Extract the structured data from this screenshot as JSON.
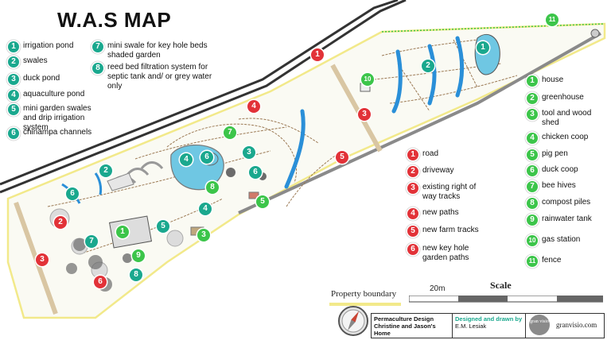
{
  "title": "W.A.S MAP",
  "legend_water": [
    {
      "num": "1",
      "label": "irrigation pond"
    },
    {
      "num": "2",
      "label": "swales"
    },
    {
      "num": "3",
      "label": "duck pond"
    },
    {
      "num": "4",
      "label": "aquaculture pond"
    },
    {
      "num": "5",
      "label": "mini garden swales and drip irrigation system"
    },
    {
      "num": "6",
      "label": "chinampa channels"
    },
    {
      "num": "7",
      "label": "mini swale for key hole beds shaded garden"
    },
    {
      "num": "8",
      "label": "reed bed filtration system for septic tank and/ or grey water only"
    }
  ],
  "legend_paths": [
    {
      "num": "1",
      "label": "road"
    },
    {
      "num": "2",
      "label": "driveway"
    },
    {
      "num": "3",
      "label": "existing right of way tracks"
    },
    {
      "num": "4",
      "label": "new paths"
    },
    {
      "num": "5",
      "label": "new farm tracks"
    },
    {
      "num": "6",
      "label": "new key hole garden paths"
    }
  ],
  "legend_structures": [
    {
      "num": "1",
      "label": "house"
    },
    {
      "num": "2",
      "label": "greenhouse"
    },
    {
      "num": "3",
      "label": "tool and wood shed"
    },
    {
      "num": "4",
      "label": "chicken coop"
    },
    {
      "num": "5",
      "label": "pig pen"
    },
    {
      "num": "6",
      "label": "duck coop"
    },
    {
      "num": "7",
      "label": "bee hives"
    },
    {
      "num": "8",
      "label": "compost piles"
    },
    {
      "num": "9",
      "label": "rainwater tank"
    },
    {
      "num": "10",
      "label": "gas station"
    },
    {
      "num": "11",
      "label": "fence"
    }
  ],
  "property_boundary_label": "Property boundary",
  "scale_label": "Scale",
  "scale_distance": "20m",
  "title_block": {
    "project_line1": "Permaculture Design",
    "project_line2": "Christine and Jason's",
    "project_line3": "Home",
    "designer_line1": "Designed and drawn by",
    "designer_line2": "E.M. Lesiak",
    "logo_text": "gran visio",
    "website": "granvisio.com"
  },
  "colors": {
    "teal": "#1aa88e",
    "green": "#3cc54a",
    "red": "#e23238",
    "water": "#2a8fd8",
    "pond": "#6fc7e3",
    "boundary": "#f2e98a",
    "road": "#333333",
    "track": "#9c7a55"
  }
}
